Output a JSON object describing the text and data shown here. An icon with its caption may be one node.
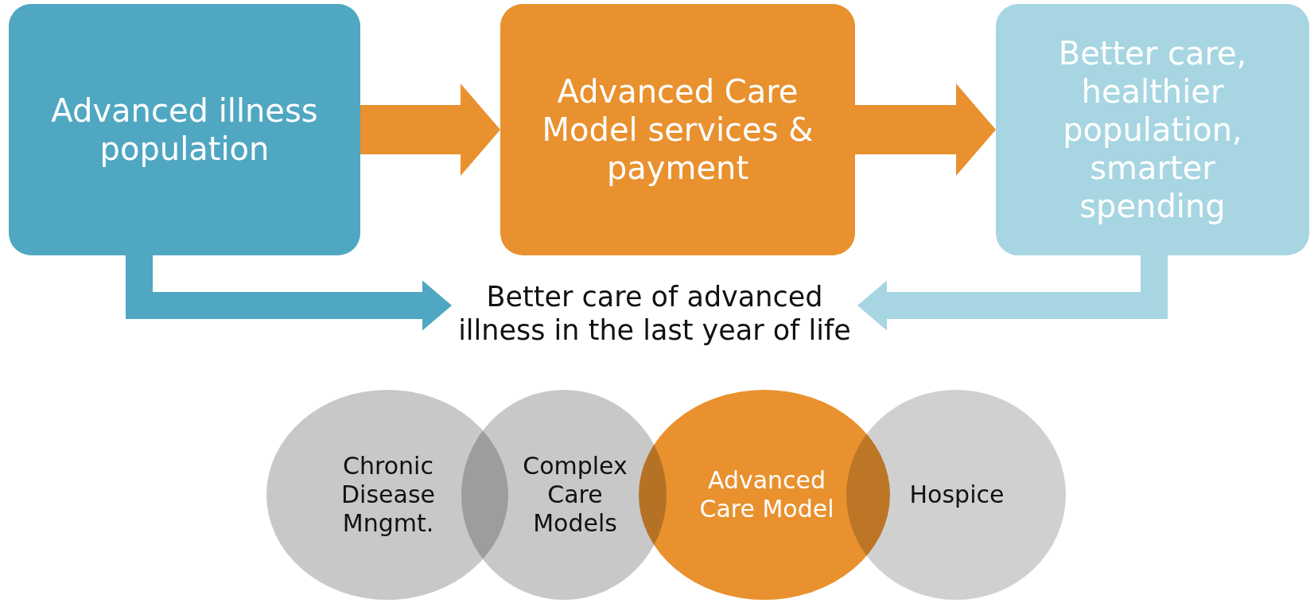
{
  "diagram": {
    "nodes": [
      {
        "text": [
          "Advanced illness population"
        ]
      },
      {
        "text": [
          "Advanced Care Model services & payment"
        ]
      },
      {
        "text": [
          "Better care, healthier population, smarter spending"
        ]
      },
      {
        "text": [
          "Better care of advanced illness in the last year of life"
        ]
      },
      {
        "text": [
          "Chronic Disease Mngmt."
        ]
      },
      {
        "text": [
          "Complex Care Models"
        ]
      },
      {
        "text": [
          "Advanced Care Model"
        ]
      },
      {
        "text": [
          "Hospice"
        ]
      }
    ],
    "edges": [
      {
        "from": 0,
        "to": 1,
        "arrow": "to",
        "style": "thick"
      },
      {
        "from": 1,
        "to": 2,
        "arrow": "to",
        "style": "thick"
      },
      {
        "from": 0,
        "to": 3,
        "arrow": "to",
        "color": "#50a7c2"
      },
      {
        "from": 2,
        "to": 3,
        "arrow": "to",
        "color": "#a7d6e2"
      }
    ]
  }
}
